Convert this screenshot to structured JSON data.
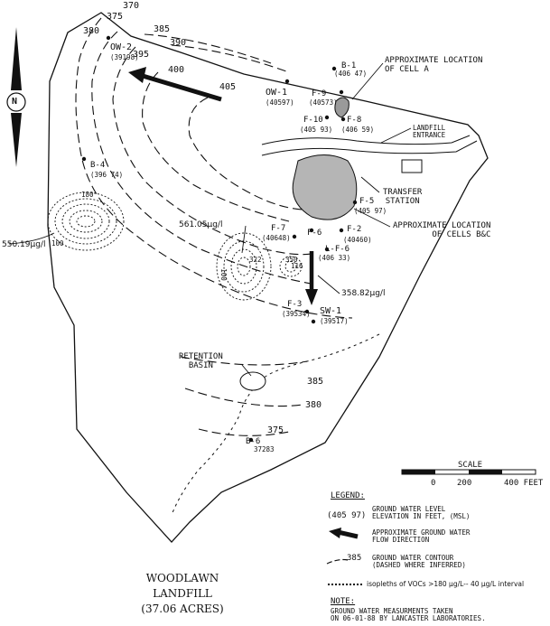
{
  "title": {
    "line1": "WOODLAWN",
    "line2": "LANDFILL",
    "line3": "(37.06 ACRES)"
  },
  "contours": [
    "370",
    "375",
    "380",
    "385",
    "390",
    "395",
    "400",
    "405",
    "385",
    "380",
    "375"
  ],
  "wells": [
    {
      "id": "OW-2",
      "elev": "(39198)"
    },
    {
      "id": "B-1",
      "elev": "(406 47)"
    },
    {
      "id": "F-9",
      "elev": "(40573)"
    },
    {
      "id": "OW-1",
      "elev": "(40597)"
    },
    {
      "id": "F-10",
      "elev": "(405 93)"
    },
    {
      "id": "F-8",
      "elev": "(406 59)"
    },
    {
      "id": "B-4",
      "elev": "(396 74)"
    },
    {
      "id": "F-5",
      "elev": "(405 97)"
    },
    {
      "id": "F-7",
      "elev": "(40648)"
    },
    {
      "id": "F-6",
      "elev": ""
    },
    {
      "id": "F-2",
      "elev": "(40460)"
    },
    {
      "id": "L-F-6",
      "elev": "(406 33)"
    },
    {
      "id": "F-3",
      "elev": "(39534)"
    },
    {
      "id": "SW-1",
      "elev": "(39517)"
    },
    {
      "id": "B-6",
      "elev": "37283"
    }
  ],
  "features": {
    "cell_a": "APPROXIMATE LOCATION\nOF CELL A",
    "entrance": "LANDFILL\nENTRANCE",
    "transfer": "TRANSFER\nSTATION",
    "cells_bc": "APPROXIMATE LOCATION\nOF CELLS B&C",
    "retention": "RETENTION\nBASIN"
  },
  "concentrations": {
    "c1": "550.19µg/l",
    "c2": "561.05µg/l",
    "c3": "358.82µg/l"
  },
  "iso_labels": [
    "180",
    "100",
    "100",
    "322",
    "350",
    "116"
  ],
  "north": "N",
  "scale": {
    "title": "SCALE",
    "ticks": [
      "0",
      "200",
      "400 FEET"
    ]
  },
  "legend": {
    "title": "LEGEND:",
    "items": [
      {
        "symbol": "(405 97)",
        "text": "GROUND WATER LEVEL\nELEVATION IN FEET, (MSL)"
      },
      {
        "symbol": "",
        "text": "APPROXIMATE GROUND WATER\nFLOW DIRECTION"
      },
      {
        "symbol": "385",
        "text": "GROUND WATER CONTOUR\n(DASHED WHERE INFERRED)"
      },
      {
        "symbol": "",
        "text": "isopleths of VOCs >180 µg/L-- 40 µg/L interval"
      }
    ]
  },
  "note": {
    "title": "NOTE:",
    "text": "GROUND WATER MEASURMENTS TAKEN\nON 06-01-88 BY LANCASTER LABORATORIES."
  }
}
